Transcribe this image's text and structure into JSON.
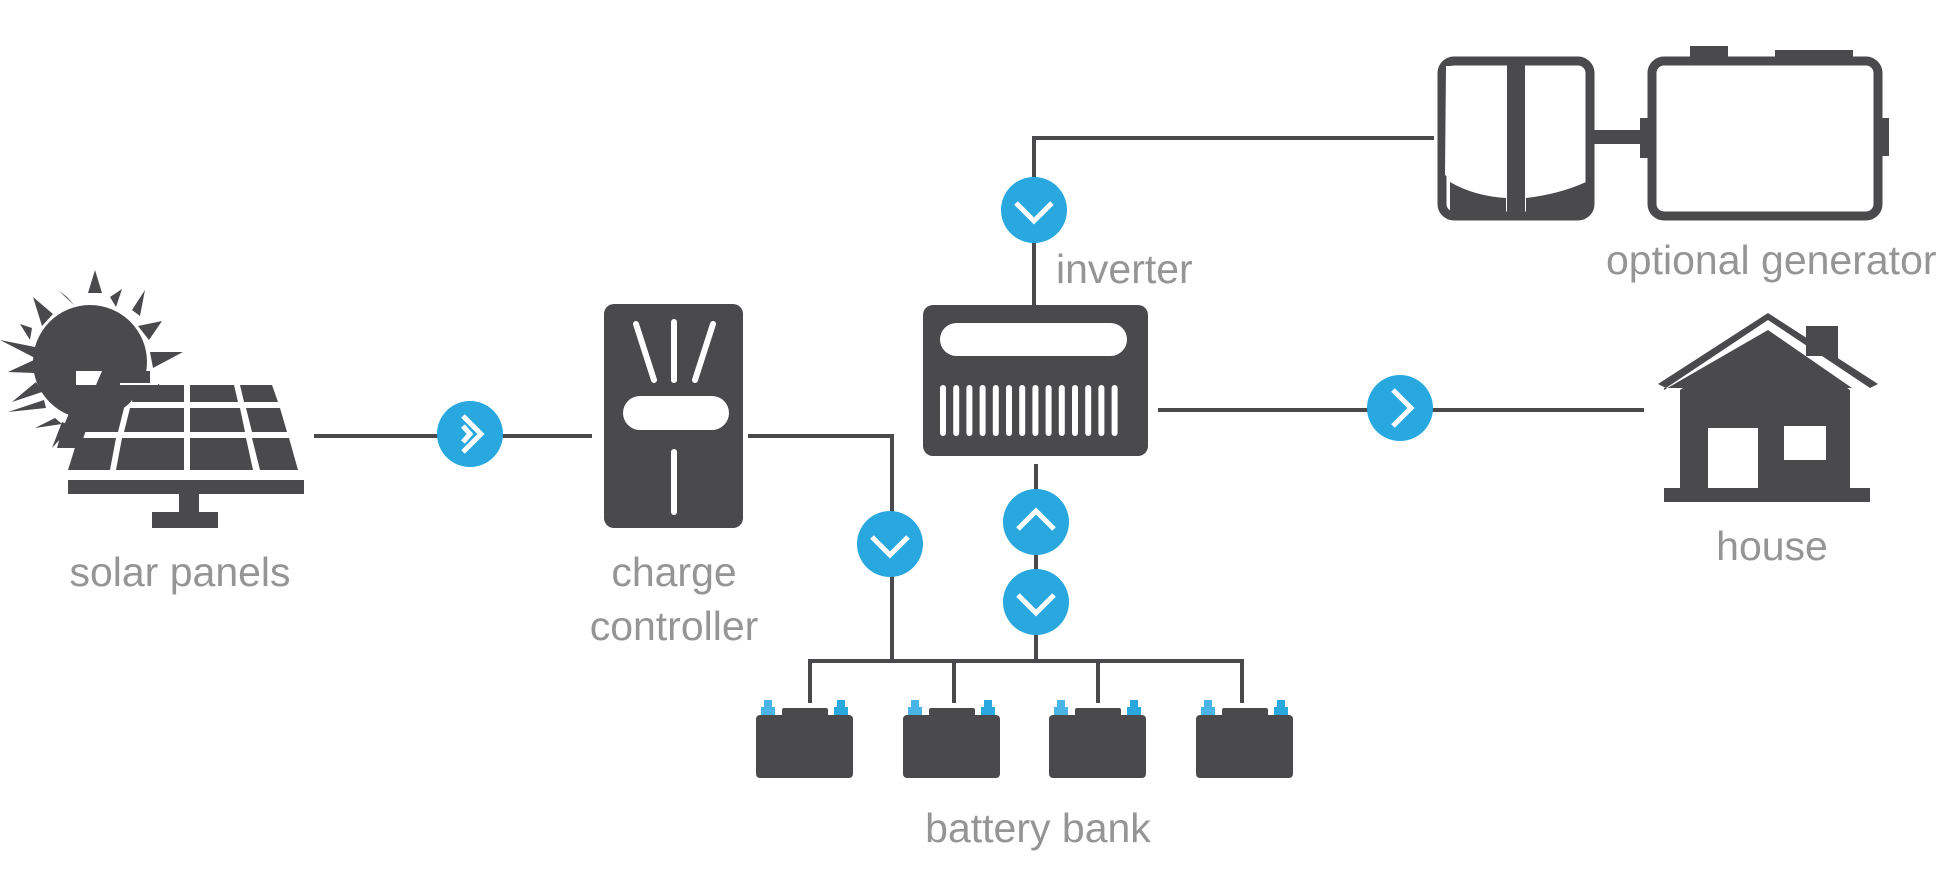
{
  "labels": {
    "solar_panels": "solar panels",
    "charge_line1": "charge",
    "charge_line2": "controller",
    "inverter": "inverter",
    "optional_generator": "optional generator",
    "house": "house",
    "battery_bank": "battery bank"
  },
  "colors": {
    "icon": "#4a4a4c",
    "arrow": "#29a8e0",
    "terminal": "#4ab4e4",
    "label": "#959595"
  },
  "flow_arrows": [
    {
      "name": "arrow-solar-to-controller",
      "direction": "right"
    },
    {
      "name": "arrow-controller-to-batteries",
      "direction": "down"
    },
    {
      "name": "arrow-generator-to-inverter",
      "direction": "down"
    },
    {
      "name": "arrow-batteries-to-inverter",
      "direction": "up"
    },
    {
      "name": "arrow-inverter-to-batteries",
      "direction": "down"
    },
    {
      "name": "arrow-inverter-to-house",
      "direction": "right"
    }
  ]
}
